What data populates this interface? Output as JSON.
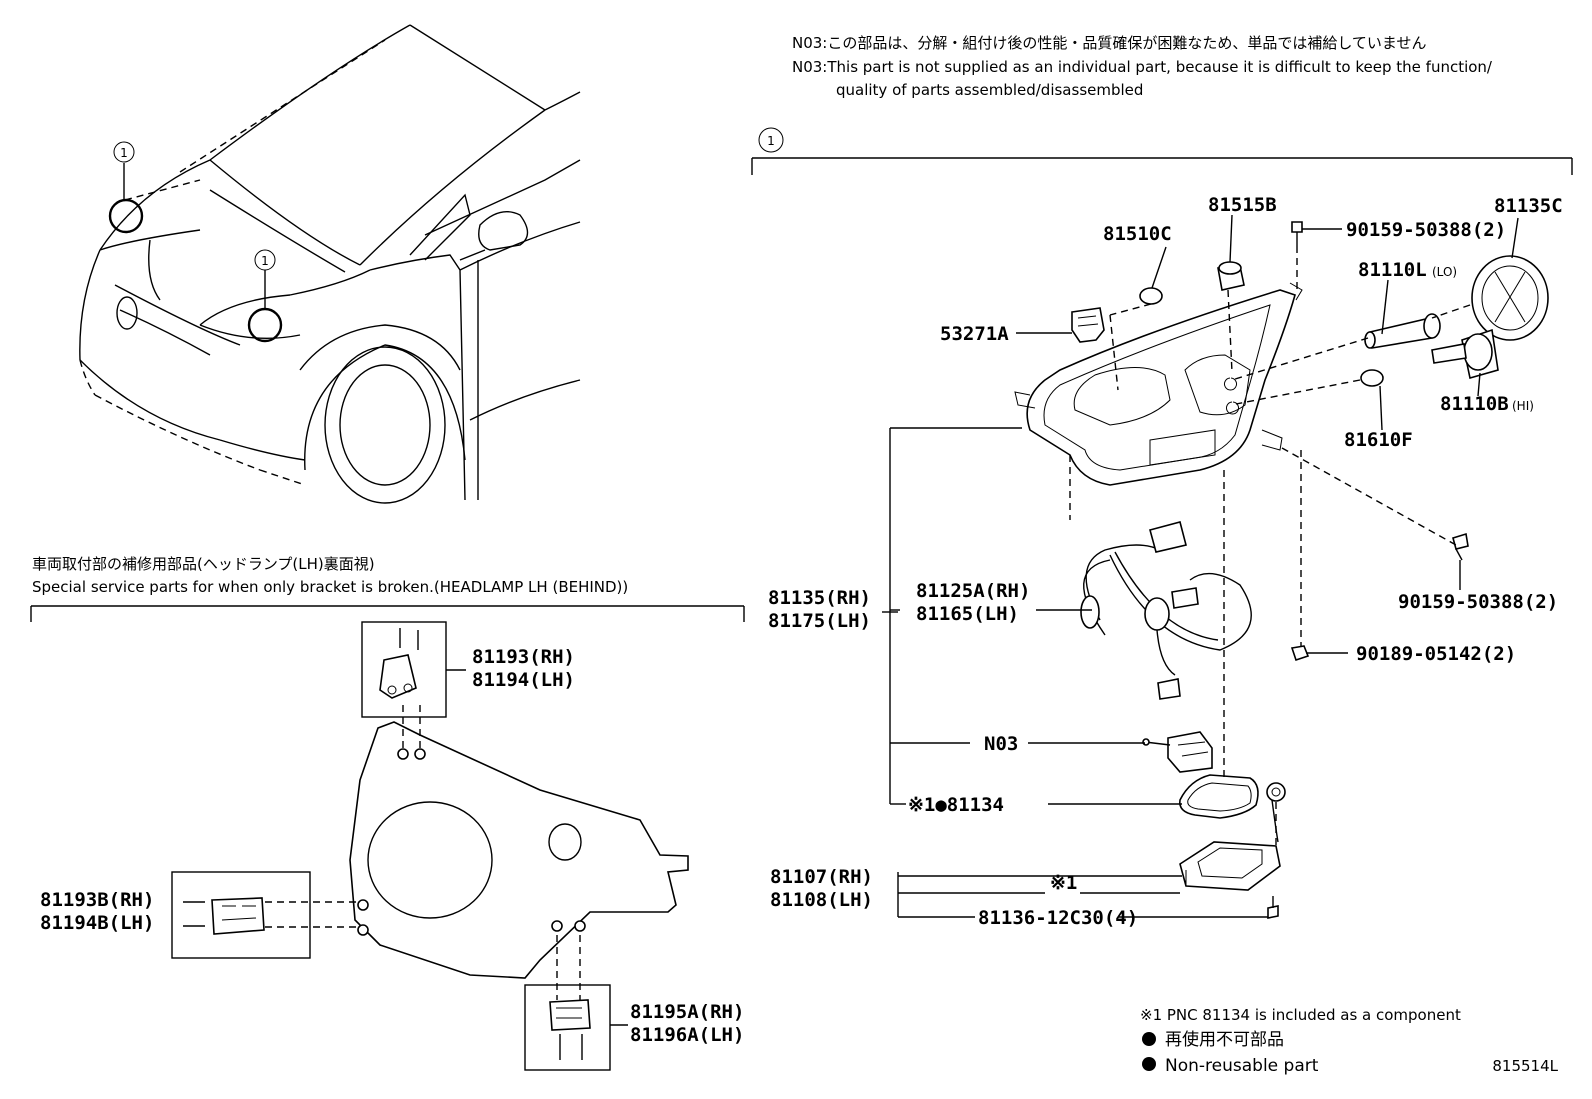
{
  "notes": {
    "n03_jp": "N03:この部品は、分解・組付け後の性能・品質確保が困難なため、単品では補給していません",
    "n03_en_1": "N03:This part is not supplied as an individual part, because it is difficult to keep the function/",
    "n03_en_2": "quality of parts assembled/disassembled",
    "bracket_jp": "車両取付部の補修用部品(ヘッドランプ(LH)裏面視)",
    "bracket_en": "Special service parts for when only bracket is broken.(HEADLAMP LH (BEHIND))",
    "foot_1": "※1 PNC 81134 is included as a component",
    "foot_2": "再使用不可部品",
    "foot_3": "Non-reusable part",
    "ref_code": "815514L"
  },
  "callouts": {
    "c1": "1",
    "c2": "1",
    "c3": "1"
  },
  "parts": {
    "p81515B": "81515B",
    "p81510C": "81510C",
    "p90159a": "90159-50388(2)",
    "p81135C": "81135C",
    "p81110L": "81110L",
    "p81110L_sfx": "(LO)",
    "p53271A": "53271A",
    "p81110B": "81110B",
    "p81110B_sfx": "(HI)",
    "p81610F": "81610F",
    "p90159b": "90159-50388(2)",
    "p90189": "90189-05142(2)",
    "p81135RH": "81135(RH)",
    "p81175LH": "81175(LH)",
    "p81125A": "81125A(RH)",
    "p81165": "81165(LH)",
    "pN03": "N03",
    "p81134": "※1●81134",
    "p81107": "81107(RH)",
    "p81108": "81108(LH)",
    "pX1": "※1",
    "p81136": "81136-12C30(4)",
    "p81193": "81193(RH)",
    "p81194": "81194(LH)",
    "p81193B": "81193B(RH)",
    "p81194B": "81194B(LH)",
    "p81195A": "81195A(RH)",
    "p81196A": "81196A(LH)"
  }
}
